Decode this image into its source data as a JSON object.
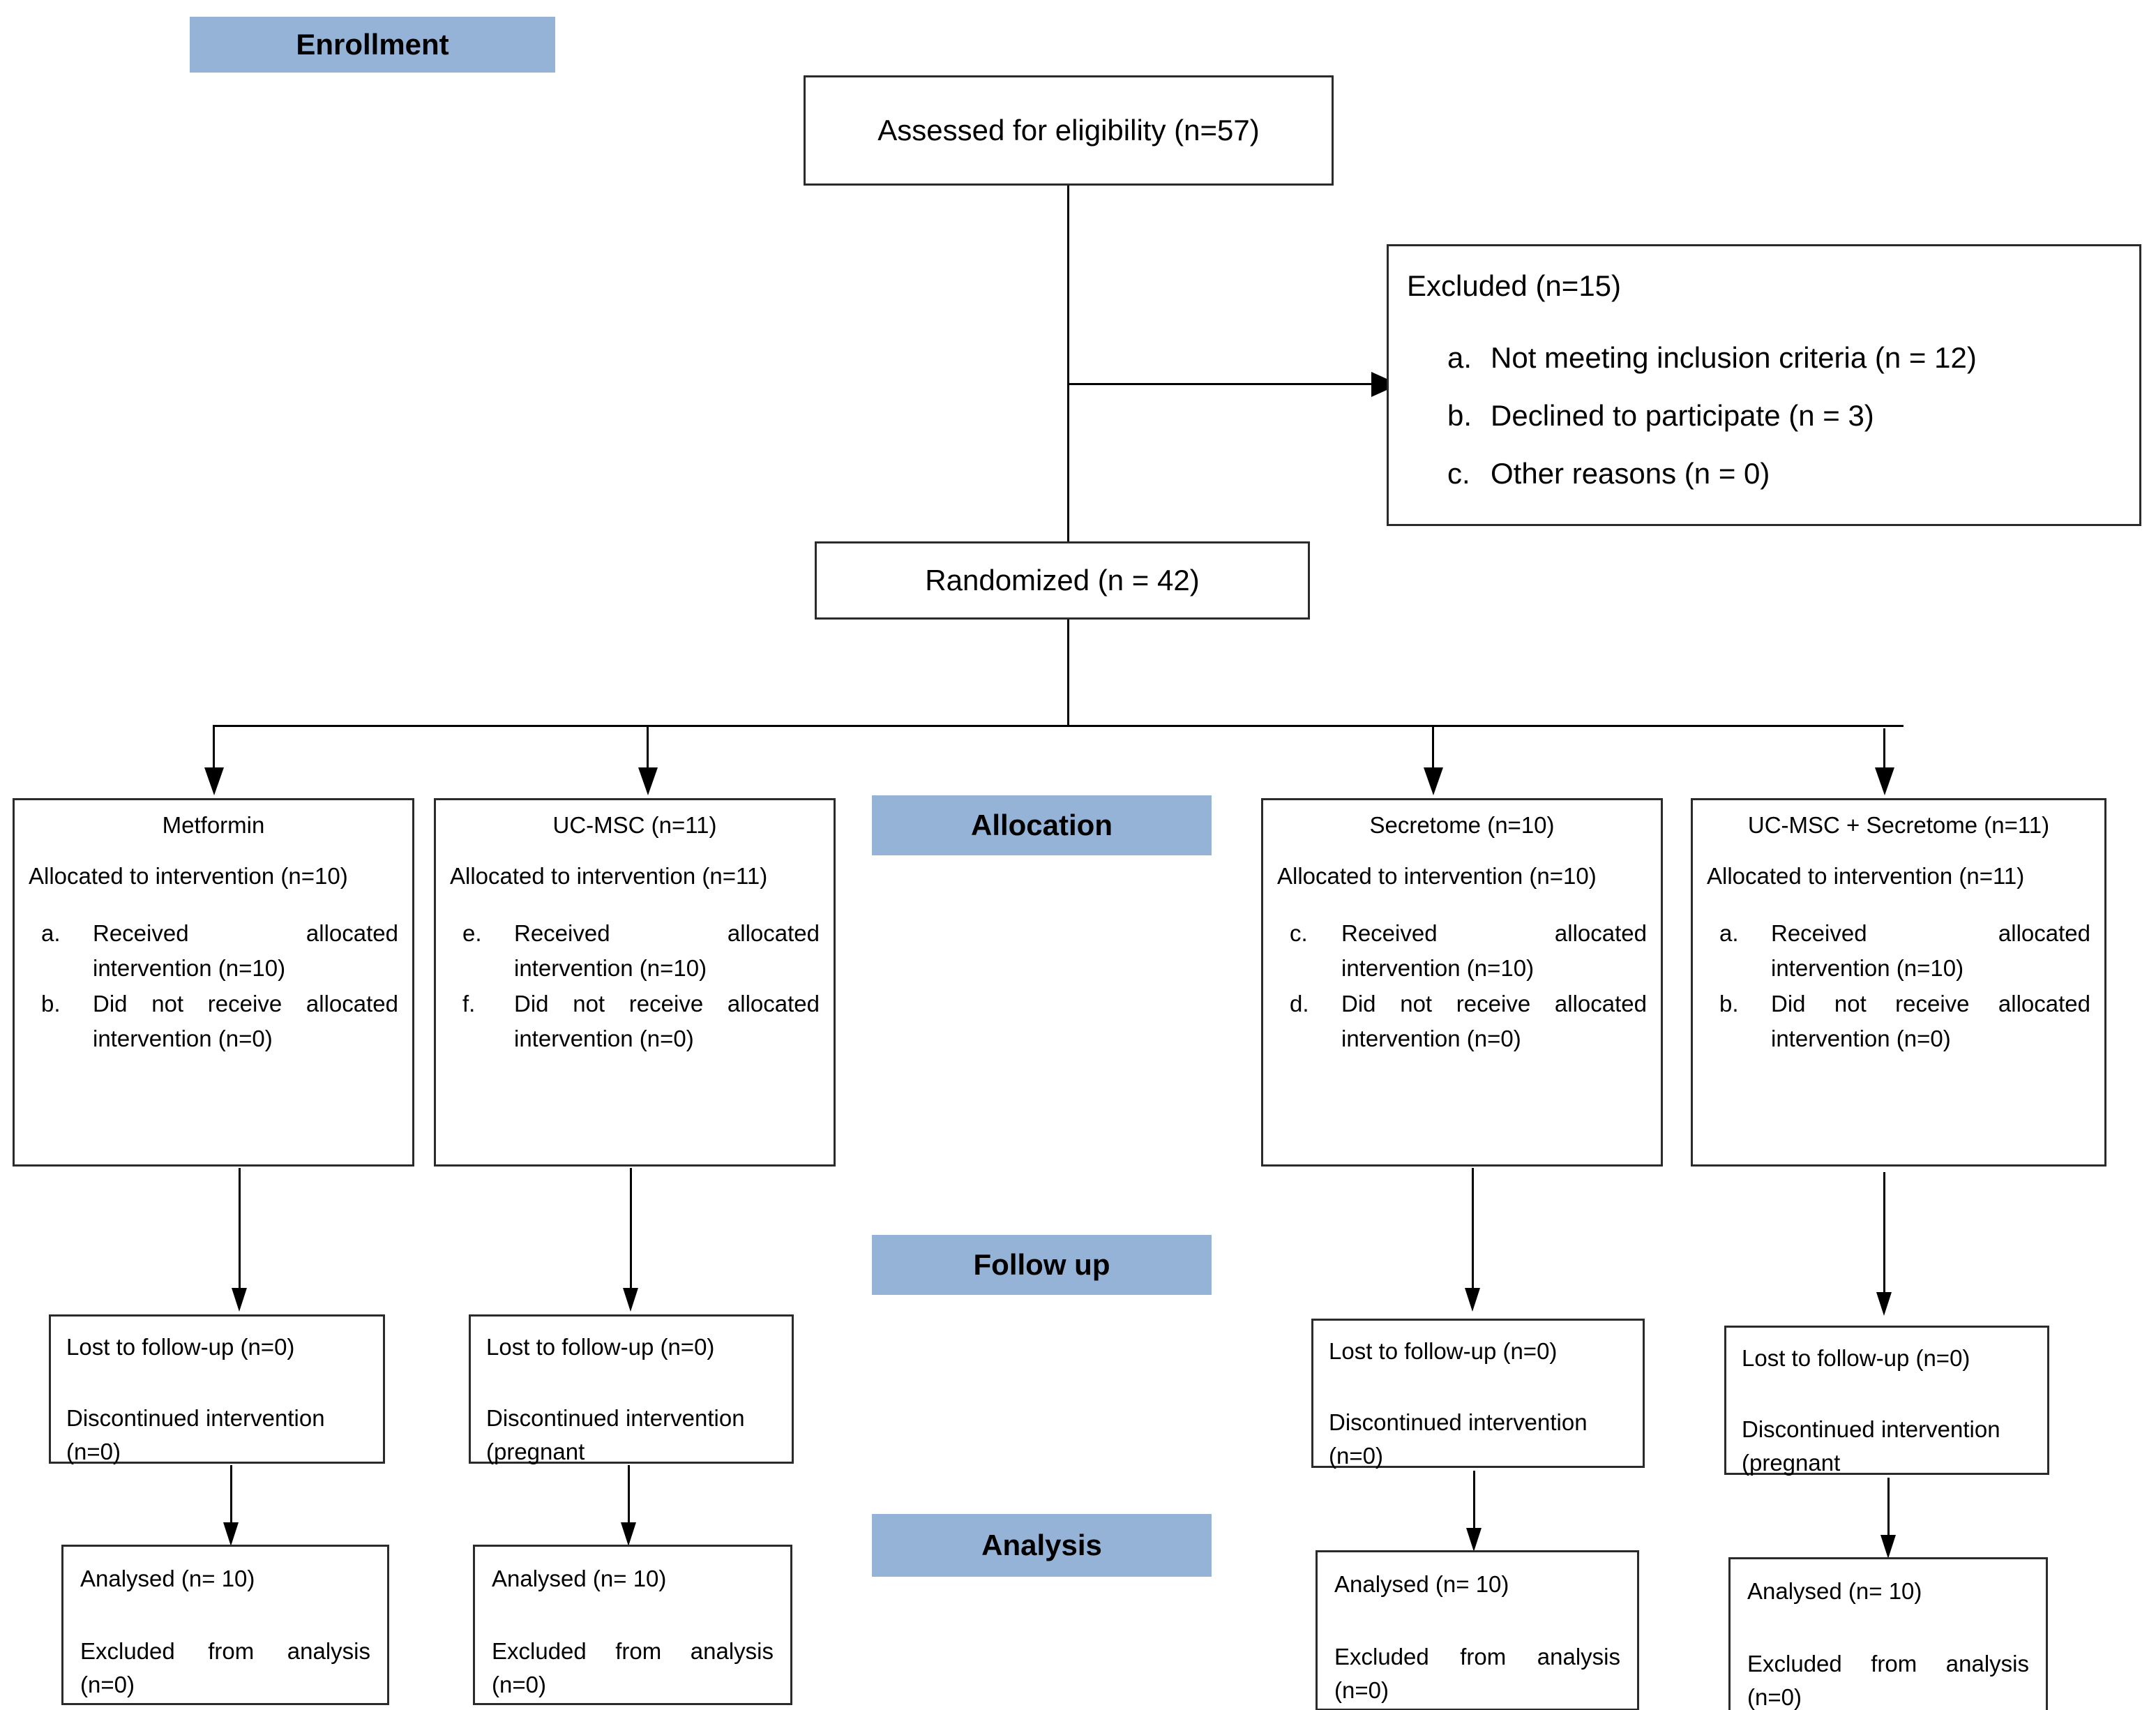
{
  "diagram": {
    "title": "CONSORT participant flow diagram",
    "banner_color": "#95b3d7",
    "line_color": "#000000",
    "box_border_color": "#2b2b2b"
  },
  "stages": {
    "enrollment": "Enrollment",
    "allocation": "Allocation",
    "follow_up": "Follow up",
    "analysis": "Analysis"
  },
  "enrollment": {
    "assessed": "Assessed for eligibility (n=57)",
    "excluded_title": "Excluded (n=15)",
    "excluded_reasons": [
      {
        "mark": "a.",
        "text": "Not meeting inclusion criteria (n = 12)"
      },
      {
        "mark": "b.",
        "text": "Declined to participate (n = 3)"
      },
      {
        "mark": "c.",
        "text": "Other reasons (n = 0)"
      }
    ],
    "randomized": "Randomized (n = 42)"
  },
  "allocation_arms": [
    {
      "title": "Metformin",
      "allocated": "Allocated to intervention (n=10)",
      "items": [
        {
          "mark": "a.",
          "text": "Received allocated intervention (n=10)"
        },
        {
          "mark": "b.",
          "text": "Did not receive allocated intervention (n=0)"
        }
      ]
    },
    {
      "title": "UC-MSC (n=11)",
      "allocated": "Allocated to intervention (n=11)",
      "items": [
        {
          "mark": "e.",
          "text": "Received allocated intervention (n=10)"
        },
        {
          "mark": "f.",
          "text": "Did not receive allocated intervention (n=0)"
        }
      ]
    },
    {
      "title": "Secretome (n=10)",
      "allocated": "Allocated to intervention (n=10)",
      "items": [
        {
          "mark": "c.",
          "text": "Received allocated intervention (n=10)"
        },
        {
          "mark": "d.",
          "text": "Did not receive allocated intervention (n=0)"
        }
      ]
    },
    {
      "title": "UC-MSC + Secretome (n=11)",
      "allocated": "Allocated to intervention (n=11)",
      "items": [
        {
          "mark": "a.",
          "text": "Received allocated intervention (n=10)"
        },
        {
          "mark": "b.",
          "text": "Did not receive allocated intervention (n=0)"
        }
      ]
    }
  ],
  "follow_up_arms": [
    {
      "lost": "Lost to follow-up (n=0)",
      "discontinued": "Discontinued intervention (n=0)"
    },
    {
      "lost": "Lost to follow-up (n=0)",
      "discontinued": "Discontinued intervention (pregnant"
    },
    {
      "lost": "Lost to follow-up (n=0)",
      "discontinued": "Discontinued intervention (n=0)"
    },
    {
      "lost": "Lost to follow-up (n=0)",
      "discontinued": "Discontinued intervention (pregnant"
    }
  ],
  "analysis_arms": [
    {
      "analysed": "Analysed (n= 10)",
      "excluded": "Excluded from analysis (n=0)"
    },
    {
      "analysed": "Analysed (n= 10)",
      "excluded": "Excluded from analysis (n=0)"
    },
    {
      "analysed": "Analysed (n= 10)",
      "excluded": "Excluded from analysis (n=0)"
    },
    {
      "analysed": "Analysed (n= 10)",
      "excluded": "Excluded from analysis (n=0)"
    }
  ]
}
